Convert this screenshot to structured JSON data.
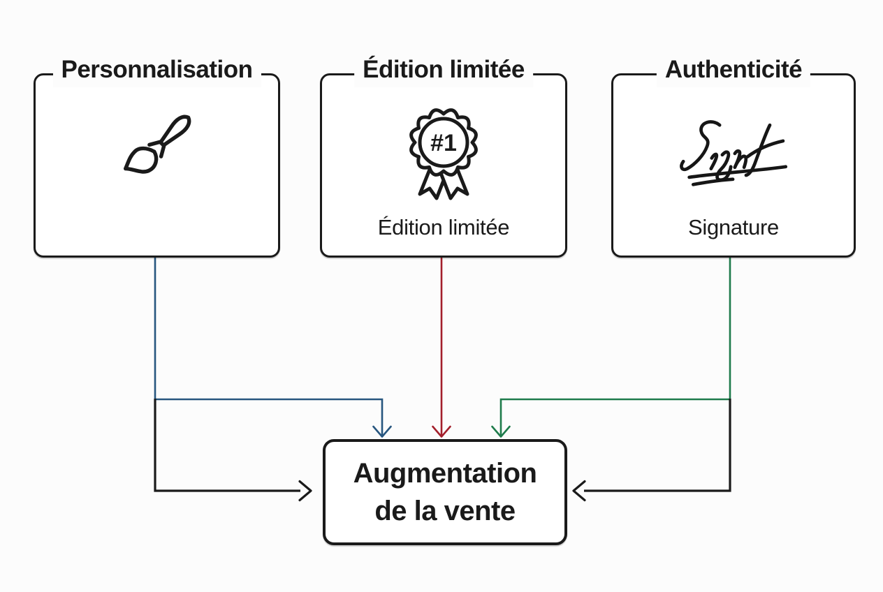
{
  "colors": {
    "ink": "#1a1a1a",
    "blue": "#27567f",
    "red": "#a31f2b",
    "green": "#1e7b4b"
  },
  "nodes": {
    "personnalisation": {
      "title": "Personnalisation",
      "icon": "paintbrush-icon"
    },
    "edition": {
      "title": "Édition limitée",
      "icon": "award-rosette-icon",
      "badge_label": "#1",
      "caption": "Édition limitée"
    },
    "authenticite": {
      "title": "Authenticité",
      "icon": "signature-icon",
      "caption": "Signature"
    },
    "augmentation": {
      "title_line1": "Augmentation",
      "title_line2": "de la vente"
    }
  },
  "edges": [
    {
      "from": "personnalisation",
      "to": "augmentation",
      "color": "blue",
      "entry": "top"
    },
    {
      "from": "edition",
      "to": "augmentation",
      "color": "red",
      "entry": "top"
    },
    {
      "from": "authenticite",
      "to": "augmentation",
      "color": "green",
      "entry": "top"
    },
    {
      "from": "personnalisation",
      "to": "augmentation",
      "color": "ink",
      "entry": "left"
    },
    {
      "from": "authenticite",
      "to": "augmentation",
      "color": "ink",
      "entry": "right"
    }
  ]
}
